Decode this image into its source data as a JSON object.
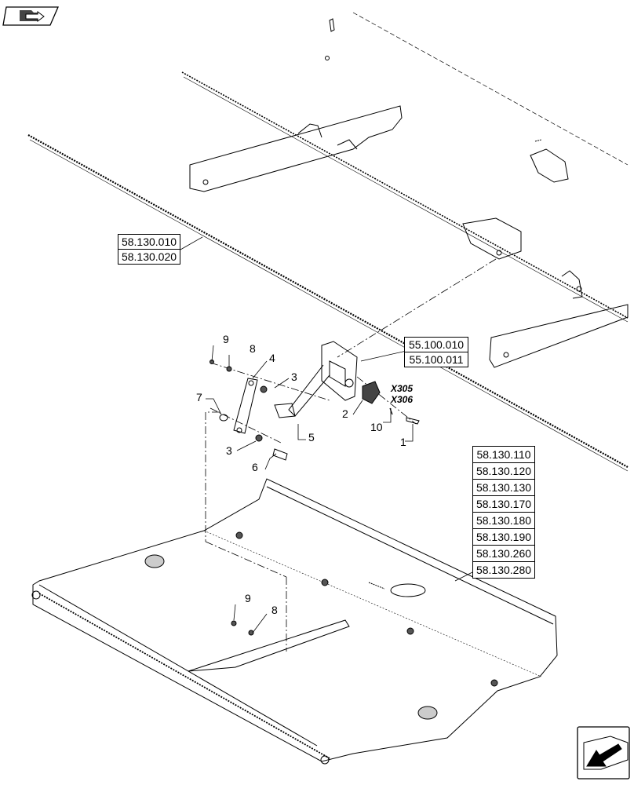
{
  "icons": {
    "top_left": "folder-arrow-icon",
    "bottom_right": "next-page-arrow-icon"
  },
  "ref_groups": {
    "left": [
      "58.130.010",
      "58.130.020"
    ],
    "middle": [
      "55.100.010",
      "55.100.011"
    ],
    "right": [
      "58.130.110",
      "58.130.120",
      "58.130.130",
      "58.130.170",
      "58.130.180",
      "58.130.190",
      "58.130.260",
      "58.130.280"
    ]
  },
  "connectors": [
    "X305",
    "X306"
  ],
  "callouts": {
    "c1": "1",
    "c2": "2",
    "c3a": "3",
    "c3b": "3",
    "c4": "4",
    "c5": "5",
    "c6": "6",
    "c7": "7",
    "c8a": "8",
    "c8b": "8",
    "c9a": "9",
    "c9b": "9",
    "c10": "10"
  }
}
